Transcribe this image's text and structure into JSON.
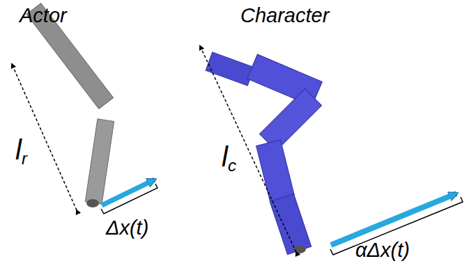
{
  "diagram": {
    "labels": [
      "Actor",
      "Character",
      "lr",
      "lc",
      "Δx(t)",
      "αΔx(t)"
    ]
  }
}
